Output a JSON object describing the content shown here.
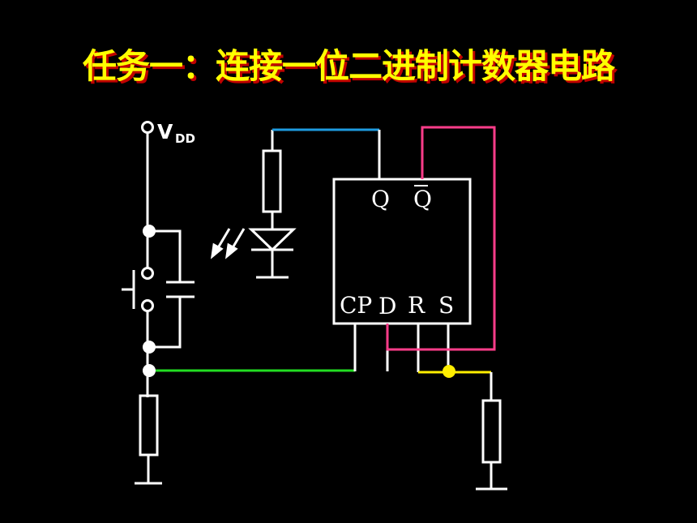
{
  "title": "任务一：连接一位二进制计数器电路",
  "labels": {
    "supply": "V",
    "supply_sub": "DD",
    "q": "Q",
    "q_bar": "Q",
    "cp": "CP",
    "d": "D",
    "r": "R",
    "s": "S"
  },
  "colors": {
    "background": "#000000",
    "wire": "#ffffff",
    "led_wire": "#1e9be0",
    "feedback_wire": "#ff3d8a",
    "clock_wire": "#22dd22",
    "ground_wire": "#ffee00",
    "title": "#ffff00",
    "title_shadow": "#c00000"
  }
}
